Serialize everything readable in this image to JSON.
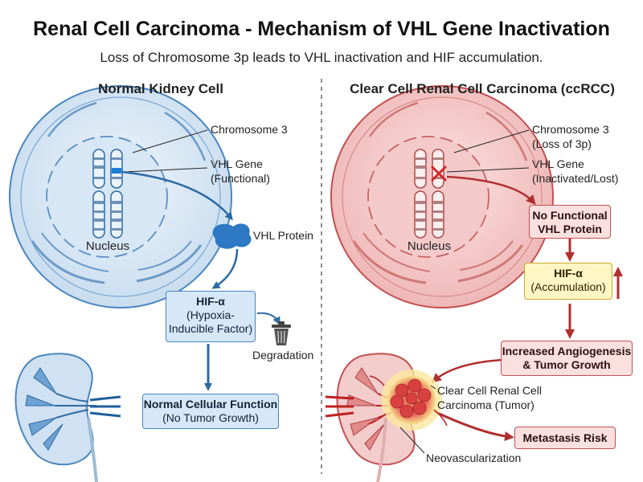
{
  "header": {
    "title": "Renal Cell Carcinoma - Mechanism of VHL Gene Inactivation",
    "subtitle": "Loss of Chromosome 3p leads to VHL inactivation and HIF accumulation."
  },
  "left_panel": {
    "heading": "Normal Kidney Cell",
    "chromosome_label": "Chromosome 3",
    "vhl_gene_line1": "VHL Gene",
    "vhl_gene_line2": "(Functional)",
    "nucleus_label": "Nucleus",
    "vhl_protein_label": "VHL Protein",
    "hif_box": {
      "line1": "HIF-α",
      "line2": "(Hypoxia-",
      "line3": "Inducible Factor)"
    },
    "degradation_label": "Degradation",
    "outcome_box": {
      "line1": "Normal Cellular Function",
      "line2": "(No Tumor Growth)"
    }
  },
  "right_panel": {
    "heading": "Clear Cell Renal Cell Carcinoma (ccRCC)",
    "chromosome_line1": "Chromosome 3",
    "chromosome_line2": "(Loss of 3p)",
    "vhl_gene_line1": "VHL Gene",
    "vhl_gene_line2": "(Inactivated/Lost)",
    "nucleus_label": "Nucleus",
    "no_vhl_box": {
      "line1": "No Functional",
      "line2": "VHL Protein"
    },
    "hif_box": {
      "line1": "HIF-α",
      "line2": "(Accumulation)"
    },
    "angio_box": {
      "line1": "Increased Angiogenesis",
      "line2": "& Tumor Growth"
    },
    "tumor_line1": "Clear Cell Renal Cell",
    "tumor_line2": "Carcinoma (Tumor)",
    "metastasis_box": "Metastasis Risk",
    "neovascularization_label": "Neovascularization"
  },
  "colors": {
    "normal_cell": "#dce9f5",
    "normal_stroke": "#4a86c0",
    "cancer_cell": "#f6cfcf",
    "cancer_stroke": "#c45050",
    "arrow_blue": "#2d6aa5",
    "arrow_red": "#b03030",
    "highlight_yellow": "#fff6c4"
  },
  "icons": [
    "trash-can-icon",
    "kidney-icon",
    "tumor-icon",
    "up-arrow-icon",
    "inactivation-x-icon"
  ]
}
